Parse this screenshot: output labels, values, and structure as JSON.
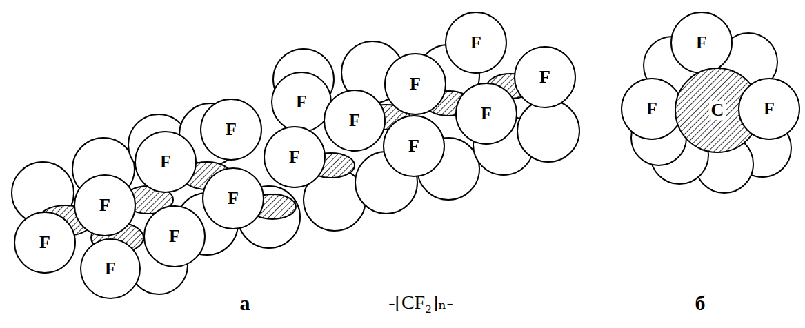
{
  "diagram": {
    "nodes": [
      {
        "text": [
          "F"
        ]
      },
      {
        "text": [
          "F"
        ]
      },
      {
        "text": [
          "F"
        ]
      },
      {
        "text": [
          "F"
        ]
      },
      {
        "text": [
          "F"
        ]
      },
      {
        "text": [
          "F"
        ]
      },
      {
        "text": [
          "F"
        ]
      },
      {
        "text": [
          "F"
        ]
      },
      {
        "text": [
          "F"
        ]
      },
      {
        "text": [
          "F"
        ]
      },
      {
        "text": [
          "F"
        ]
      },
      {
        "text": [
          "F"
        ]
      },
      {
        "text": [
          "F"
        ]
      },
      {
        "text": [
          "F"
        ]
      },
      {
        "text": [
          "F"
        ]
      },
      {
        "text": [
          "F"
        ]
      },
      {
        "text": [
          "F"
        ]
      },
      {
        "text": [
          "C"
        ]
      },
      {
        "text": [
          "F"
        ]
      }
    ],
    "labels": [
      "а",
      "-[CF₂]ₙ-",
      "б"
    ]
  }
}
